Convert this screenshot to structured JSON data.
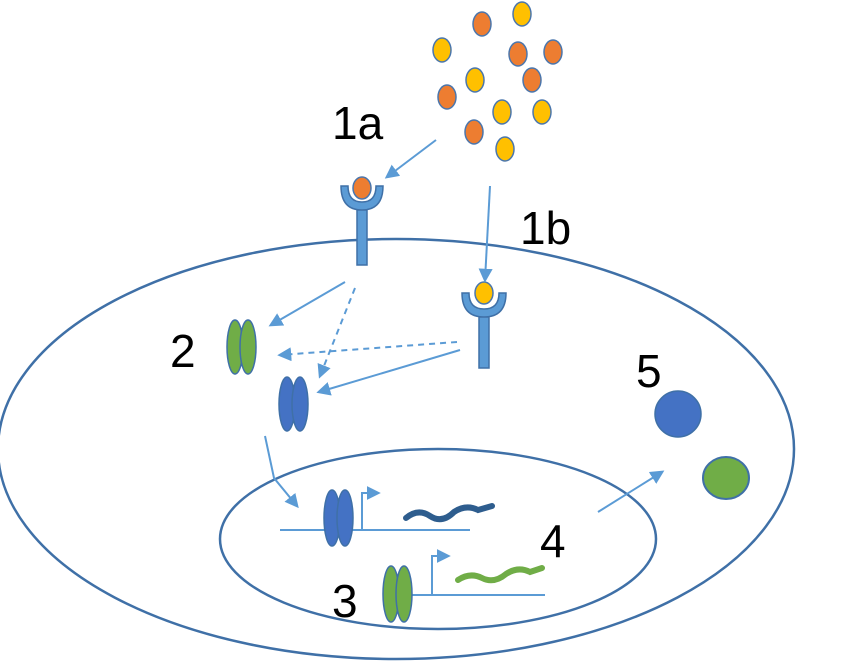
{
  "labels": {
    "step_1a": "1a",
    "step_1b": "1b",
    "step_2": "2",
    "step_3": "3",
    "step_4": "4",
    "step_5": "5"
  },
  "colors": {
    "outline": "#3f70a7",
    "arrow": "#5b9bd5",
    "receptor": "#5b9bd5",
    "ligand_orange": "#ed7d31",
    "ligand_yellow": "#ffc000",
    "ligand_border": "#4a76ad",
    "blue_factor": "#4472c4",
    "green_factor": "#70ad47",
    "blue_mrna": "#2e5d8e",
    "green_mrna": "#70ad47"
  },
  "icons": {
    "receptor": "receptor-icon",
    "ligand": "ligand-icon",
    "transcription_factor": "transcription-factor-icon",
    "promoter": "promoter-arrow-icon",
    "mrna": "mrna-icon",
    "protein": "protein-icon"
  }
}
